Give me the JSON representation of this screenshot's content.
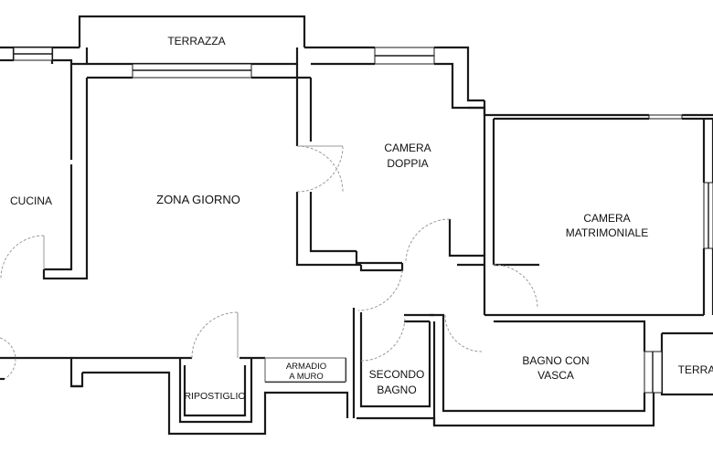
{
  "rooms": {
    "terrazza_top": "TERRAZZA",
    "cucina": "CUCINA",
    "zona_giorno": "ZONA GIORNO",
    "camera_doppia_1": "CAMERA",
    "camera_doppia_2": "DOPPIA",
    "camera_matrimoniale_1": "CAMERA",
    "camera_matrimoniale_2": "MATRIMONIALE",
    "bagno_con_vasca_1": "BAGNO CON",
    "bagno_con_vasca_2": "VASCA",
    "terrazza_right": "TERRA",
    "secondo_bagno_1": "SECONDO",
    "secondo_bagno_2": "BAGNO",
    "ripostiglio": "RIPOSTIGLIO",
    "armadio_1": "ARMADIO",
    "armadio_2": "A MURO"
  }
}
